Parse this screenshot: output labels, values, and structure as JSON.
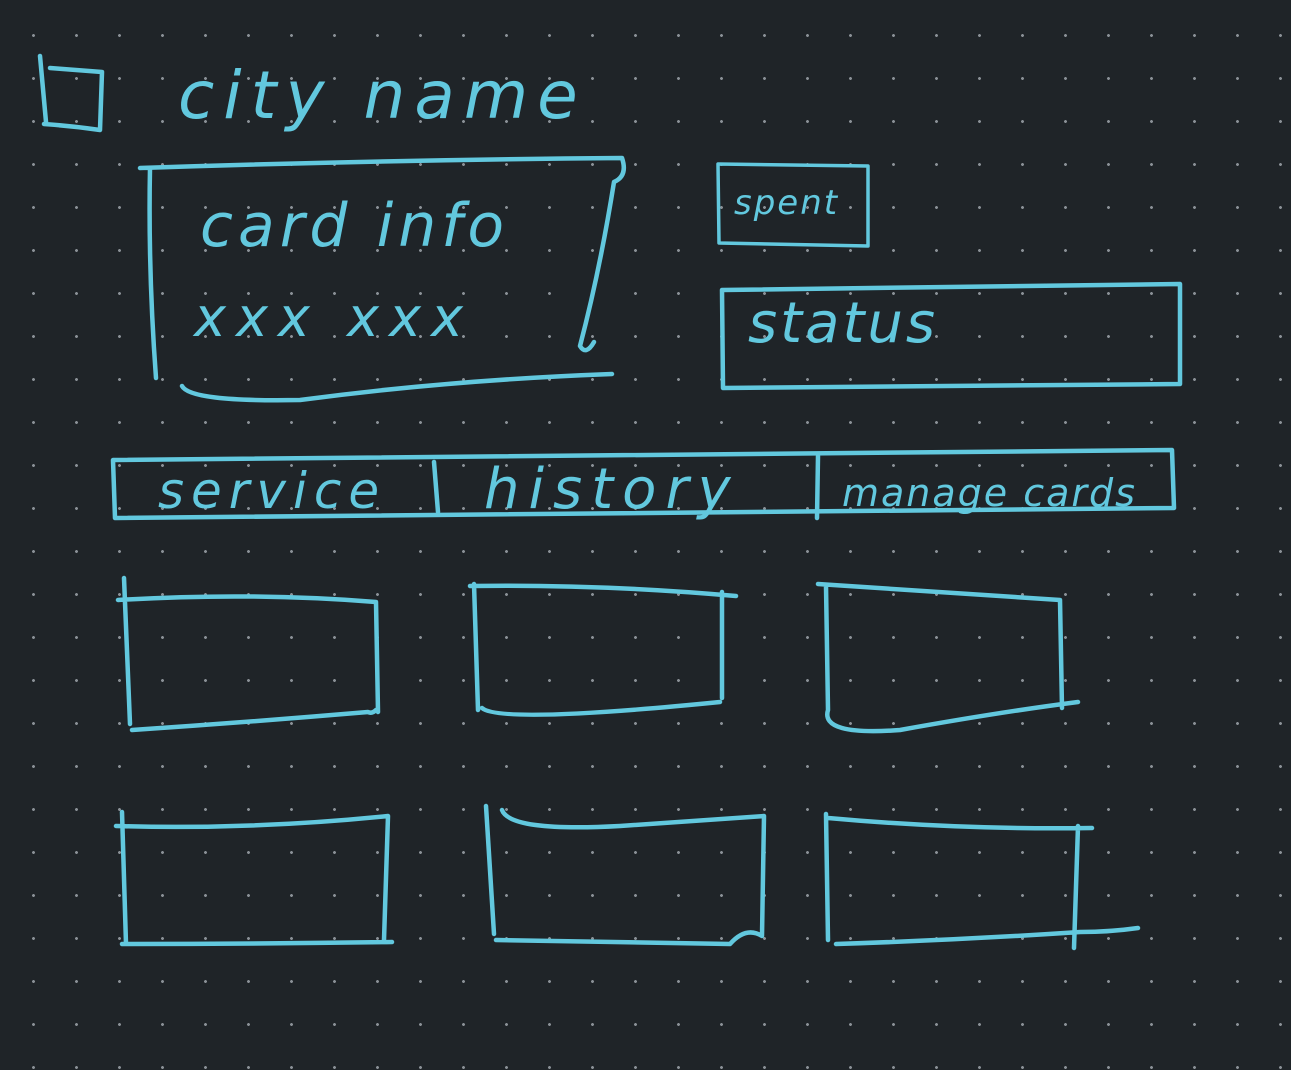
{
  "header": {
    "title": "city name"
  },
  "card": {
    "title": "card info",
    "number": "xxx xxx"
  },
  "spent": {
    "label": "spent"
  },
  "status": {
    "label": "status"
  },
  "tabs": [
    {
      "label": "service"
    },
    {
      "label": "history"
    },
    {
      "label": "manage cards"
    }
  ],
  "tiles": [
    {
      "label": ""
    },
    {
      "label": ""
    },
    {
      "label": ""
    },
    {
      "label": ""
    },
    {
      "label": ""
    },
    {
      "label": ""
    }
  ],
  "colors": {
    "background": "#1f2428",
    "ink": "#62c8de",
    "dots": "#8a9096"
  },
  "icons": {
    "header_icon": "checkbox-square-icon"
  }
}
